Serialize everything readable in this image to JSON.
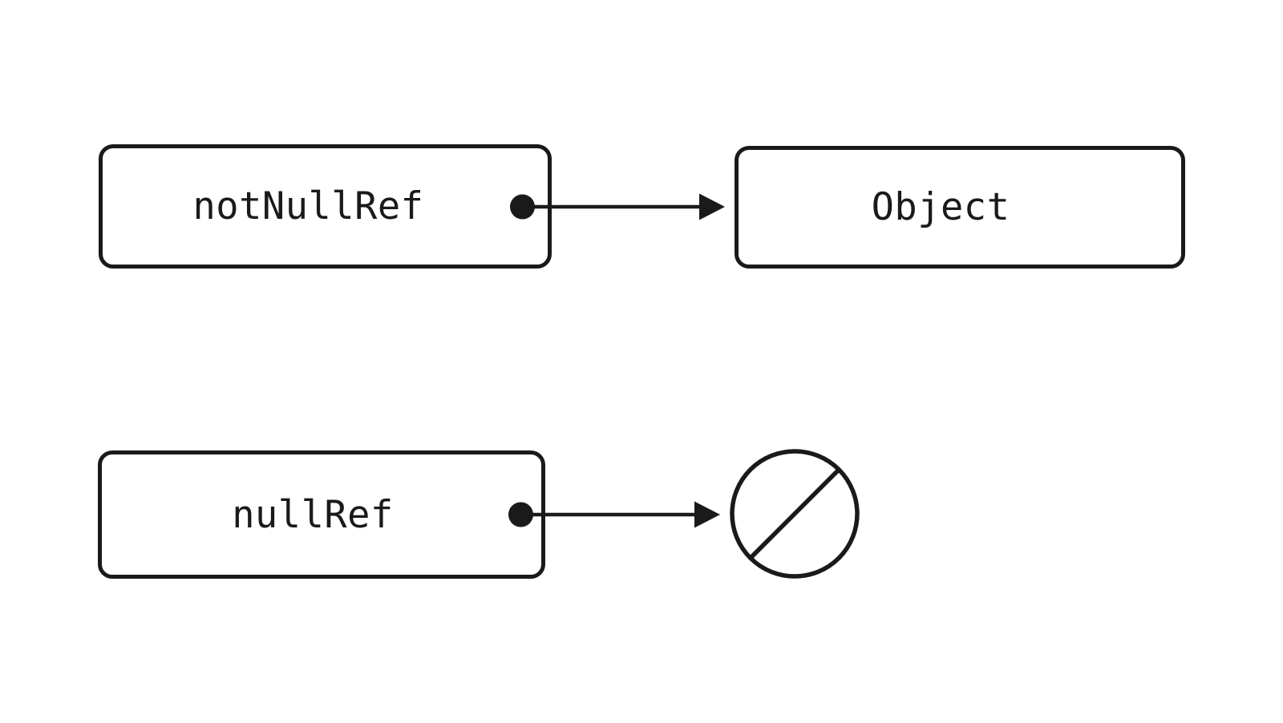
{
  "diagram": {
    "background_color": "#ffffff",
    "stroke_color": "#1a1a1a",
    "nodes": [
      {
        "label": "notNullRef"
      },
      {
        "label": "Object"
      },
      {
        "label": "nullRef"
      }
    ],
    "edges": [
      {
        "from": "notNullRef",
        "to": "Object",
        "style": "dot-origin-arrow"
      },
      {
        "from": "nullRef",
        "to": "null-symbol",
        "style": "dot-origin-arrow"
      }
    ],
    "icons": [
      {
        "name": "reference-dot",
        "shape": "filled-circle"
      },
      {
        "name": "arrowhead-icon",
        "shape": "filled-triangle"
      },
      {
        "name": "null-icon",
        "shape": "circle-with-diagonal-slash"
      }
    ]
  }
}
